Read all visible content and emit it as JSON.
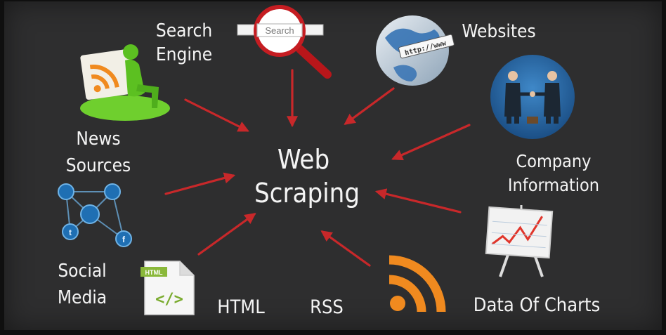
{
  "center": {
    "line1": "Web",
    "line2": "Scraping"
  },
  "search_bar": {
    "text": "Search"
  },
  "labels": {
    "search_engine": {
      "line1": "Search",
      "line2": "Engine"
    },
    "websites": "Websites",
    "browser_url": "http://www",
    "news_sources": {
      "line1": "News",
      "line2": "Sources"
    },
    "company_information": {
      "line1": "Company",
      "line2": "Information"
    },
    "social_media": {
      "line1": "Social",
      "line2": "Media"
    },
    "html": "HTML",
    "rss": "RSS",
    "data_of_charts": "Data Of Charts",
    "html_file_tag": "HTML"
  },
  "colors": {
    "board": "#2e2e2f",
    "arrow": "#c8282a",
    "text": "#f4f4f4",
    "rss_orange": "#f08a1f",
    "icon_blue": "#2b7fc0"
  }
}
